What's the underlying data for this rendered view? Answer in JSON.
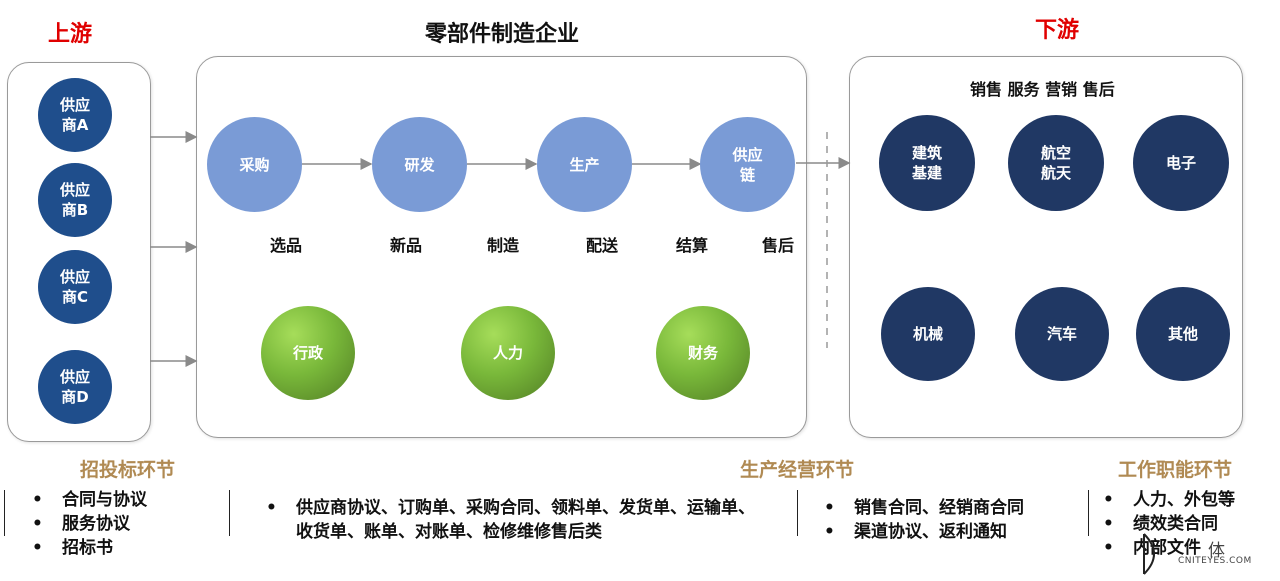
{
  "headings": {
    "upstream": "上游",
    "center": "零部件制造企业",
    "downstream": "下游"
  },
  "suppliers": [
    {
      "line1": "供应",
      "line2": "商A"
    },
    {
      "line1": "供应",
      "line2": "商B"
    },
    {
      "line1": "供应",
      "line2": "商C"
    },
    {
      "line1": "供应",
      "line2": "商D"
    }
  ],
  "process_nodes": [
    {
      "line1": "采购",
      "line2": ""
    },
    {
      "line1": "研发",
      "line2": ""
    },
    {
      "line1": "生产",
      "line2": ""
    },
    {
      "line1": "供应",
      "line2": "链"
    }
  ],
  "process_labels": [
    "选品",
    "新品",
    "制造",
    "配送",
    "结算",
    "售后"
  ],
  "support_nodes": [
    "行政",
    "人力",
    "财务"
  ],
  "downstream_caption": "销售 服务 营销 售后",
  "industries": [
    {
      "line1": "建筑",
      "line2": "基建"
    },
    {
      "line1": "航空",
      "line2": "航天"
    },
    {
      "line1": "电子",
      "line2": ""
    },
    {
      "line1": "机械",
      "line2": ""
    },
    {
      "line1": "汽车",
      "line2": ""
    },
    {
      "line1": "其他",
      "line2": ""
    }
  ],
  "sections": {
    "bidding": "招投标环节",
    "operations": "生产经营环节",
    "functional": "工作职能环节"
  },
  "bullets": {
    "bidding": [
      "合同与协议",
      "服务协议",
      "招标书"
    ],
    "operations": [
      "供应商协议、订购单、采购合同、领料单、发货单、运输单、收货单、账单、对账单、检修维修售后类"
    ],
    "sales": [
      "销售合同、经销商合同",
      "渠道协议、返利通知"
    ],
    "functional": [
      "人力、外包等",
      "绩效类合同",
      "内部文件"
    ]
  },
  "watermark": {
    "text": "体",
    "sub": "CNITEYES.COM"
  },
  "colors": {
    "supplier": "#1f4e8c",
    "industry": "#203864",
    "process": "#7a9bd6",
    "support": "#79b83a",
    "heading_red": "#e00000",
    "section": "#b08a53"
  }
}
